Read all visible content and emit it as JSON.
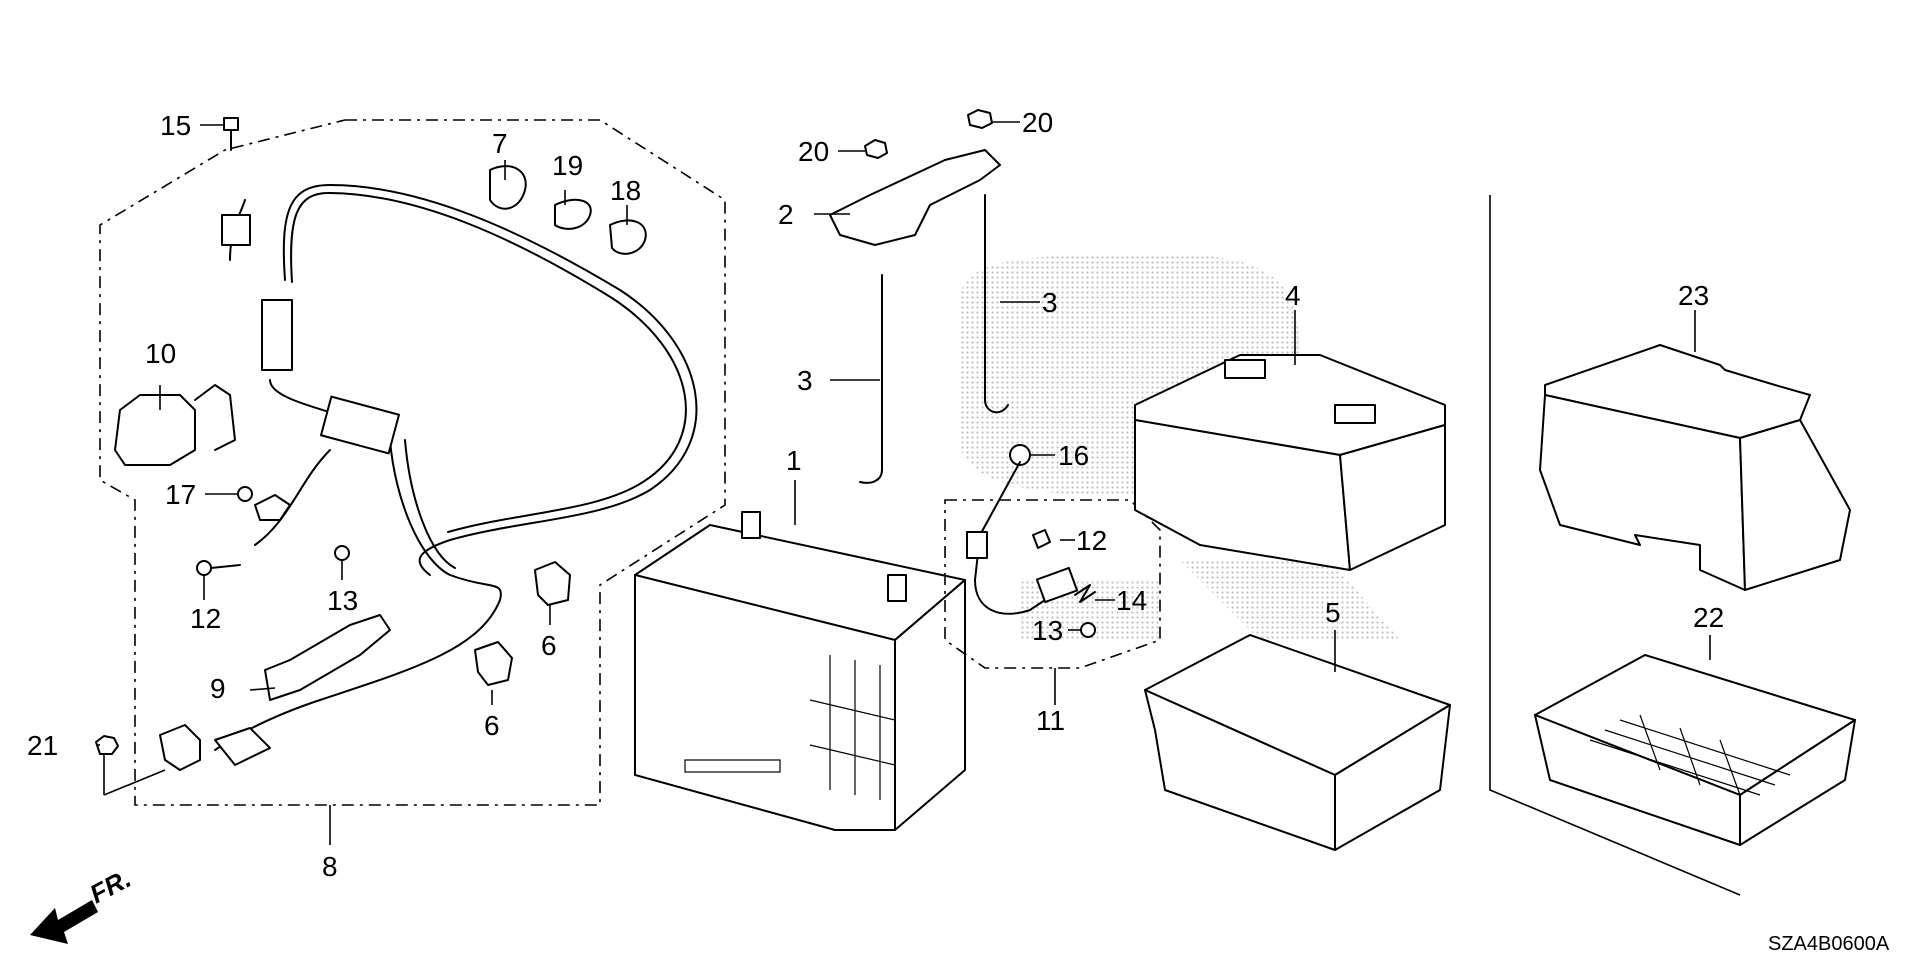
{
  "callouts": [
    {
      "id": "c1",
      "text": "1"
    },
    {
      "id": "c2",
      "text": "2"
    },
    {
      "id": "c3a",
      "text": "3"
    },
    {
      "id": "c3b",
      "text": "3"
    },
    {
      "id": "c4",
      "text": "4"
    },
    {
      "id": "c5",
      "text": "5"
    },
    {
      "id": "c6a",
      "text": "6"
    },
    {
      "id": "c6b",
      "text": "6"
    },
    {
      "id": "c7",
      "text": "7"
    },
    {
      "id": "c8",
      "text": "8"
    },
    {
      "id": "c9",
      "text": "9"
    },
    {
      "id": "c10",
      "text": "10"
    },
    {
      "id": "c11",
      "text": "11"
    },
    {
      "id": "c12a",
      "text": "12"
    },
    {
      "id": "c12b",
      "text": "12"
    },
    {
      "id": "c13a",
      "text": "13"
    },
    {
      "id": "c13b",
      "text": "13"
    },
    {
      "id": "c14",
      "text": "14"
    },
    {
      "id": "c15",
      "text": "15"
    },
    {
      "id": "c16",
      "text": "16"
    },
    {
      "id": "c17",
      "text": "17"
    },
    {
      "id": "c18",
      "text": "18"
    },
    {
      "id": "c19",
      "text": "19"
    },
    {
      "id": "c20a",
      "text": "20"
    },
    {
      "id": "c20b",
      "text": "20"
    },
    {
      "id": "c21",
      "text": "21"
    },
    {
      "id": "c22",
      "text": "22"
    },
    {
      "id": "c23",
      "text": "23"
    }
  ],
  "direction_label": "FR.",
  "diagram_code": "SZA4B0600A"
}
